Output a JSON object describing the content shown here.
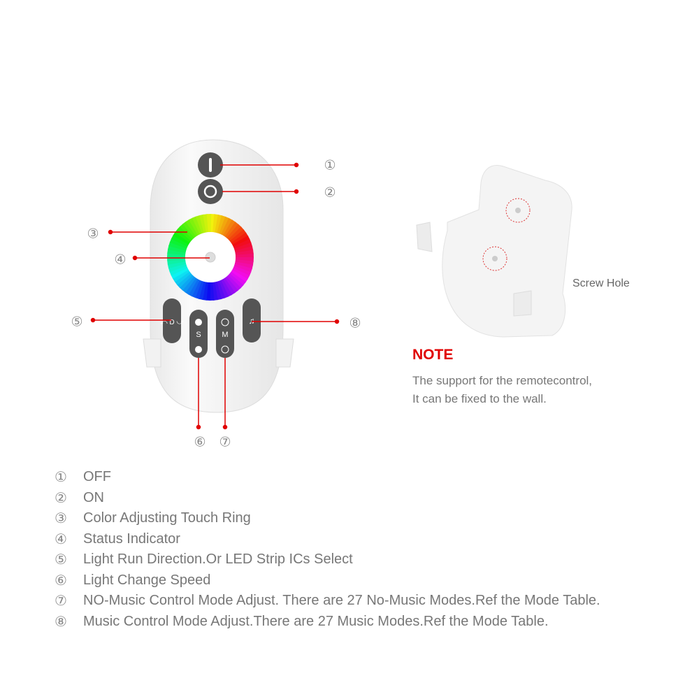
{
  "callouts": [
    "①",
    "②",
    "③",
    "④",
    "⑤",
    "⑥",
    "⑦",
    "⑧"
  ],
  "remote": {
    "button_symbols": {
      "off": "I",
      "on": "O",
      "speed": "S",
      "mode": "M"
    }
  },
  "bracket": {
    "label": "Screw Hole"
  },
  "note": {
    "title": "NOTE",
    "lines": [
      "The support for the remotecontrol,",
      "It can be fixed to the wall."
    ]
  },
  "legend": [
    {
      "num": "①",
      "text": "OFF"
    },
    {
      "num": "②",
      "text": "ON"
    },
    {
      "num": "③",
      "text": "Color Adjusting Touch Ring"
    },
    {
      "num": "④",
      "text": "Status Indicator"
    },
    {
      "num": "⑤",
      "text": "Light Run Direction.Or LED Strip ICs Select"
    },
    {
      "num": "⑥",
      "text": "Light Change Speed"
    },
    {
      "num": "⑦",
      "text": "NO-Music Control Mode Adjust. There are 27 No-Music Modes.Ref the Mode Table."
    },
    {
      "num": "⑧",
      "text": "Music Control Mode Adjust.There are 27 Music Modes.Ref the Mode Table."
    }
  ],
  "colors": {
    "callout_line": "#e00000",
    "note_title": "#e00000",
    "button": "#555555",
    "text": "#777777"
  }
}
